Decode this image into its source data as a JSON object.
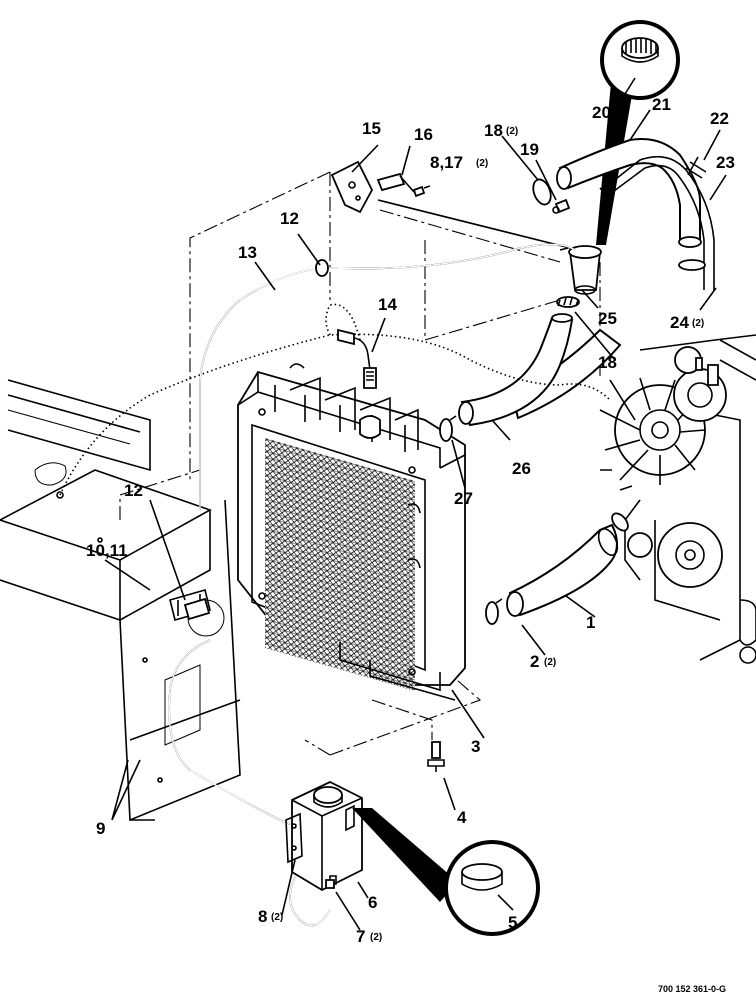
{
  "figure_code": "700 152 361-0-G",
  "callouts": {
    "c1": "1",
    "c2": "2",
    "c2q": "(2)",
    "c3": "3",
    "c4": "4",
    "c5": "5",
    "c6": "6",
    "c7": "7",
    "c7q": "(2)",
    "c8a": "8",
    "c8aq": "(2)",
    "c8b": "8,17",
    "c8bq": "(2)",
    "c9": "9",
    "c10": "10,11",
    "c12a": "12",
    "c12b": "12",
    "c13": "13",
    "c14": "14",
    "c15": "15",
    "c16": "16",
    "c18a": "18",
    "c18aq": "(2)",
    "c18b": "18",
    "c19": "19",
    "c20": "20",
    "c21": "21",
    "c22": "22",
    "c23": "23",
    "c24": "24",
    "c24q": "(2)",
    "c25": "25",
    "c26": "26",
    "c27": "27"
  }
}
